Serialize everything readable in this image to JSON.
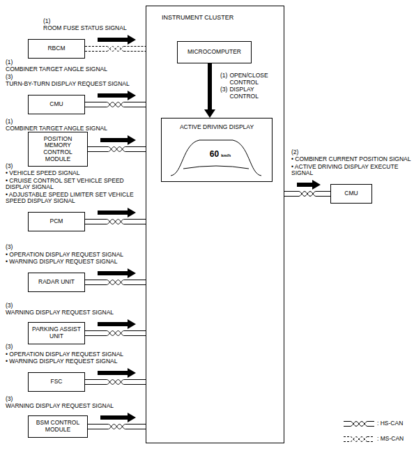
{
  "diagram": {
    "nodes": [
      {
        "text": [
          "INSTRUMENT CLUSTER"
        ]
      },
      {
        "text": [
          "MICROCOMPUTER"
        ],
        "in": 0
      },
      {
        "text": [
          "ACTIVE DRIVING DISPLAY"
        ],
        "in": 0
      },
      {
        "text": [
          "RBCM"
        ]
      },
      {
        "text": [
          "CMU"
        ]
      },
      {
        "text": [
          "POSITION MEMORY CONTROL MODULE"
        ]
      },
      {
        "text": [
          "PCM"
        ]
      },
      {
        "text": [
          "RADAR UNIT"
        ]
      },
      {
        "text": [
          "PARKING ASSIST UNIT"
        ]
      },
      {
        "text": [
          "FSC"
        ]
      },
      {
        "text": [
          "BSM CONTROL MODULE"
        ]
      },
      {
        "text": [
          "CMU"
        ]
      }
    ],
    "edges": [
      {
        "from": 3,
        "to": 0,
        "arrow": "to"
      },
      {
        "from": 4,
        "to": 0,
        "arrow": "to"
      },
      {
        "from": 5,
        "to": 0,
        "arrow": "to"
      },
      {
        "from": 6,
        "to": 0,
        "arrow": "to"
      },
      {
        "from": 7,
        "to": 0,
        "arrow": "to"
      },
      {
        "from": 8,
        "to": 0,
        "arrow": "to"
      },
      {
        "from": 9,
        "to": 0,
        "arrow": "to"
      },
      {
        "from": 10,
        "to": 0,
        "arrow": "to"
      },
      {
        "from": 0,
        "to": 11,
        "arrow": "to"
      },
      {
        "from": 1,
        "to": 2,
        "arrow": "to"
      }
    ],
    "labels": [
      "(1)",
      "ROOM FUSE STATUS SIGNAL",
      "(1)",
      "COMBINER TARGET ANGLE SIGNAL",
      "(3)",
      "TURN-BY-TURN DISPLAY REQUEST SIGNAL",
      "(1)",
      "COMBINER TARGET ANGLE SIGNAL",
      "(3)",
      "• VEHICLE SPEED SIGNAL",
      "• CRUISE CONTROL SET VEHICLE SPEED DISPLAY SIGNAL",
      "• ADJUSTABLE SPEED LIMITER SET VEHICLE SPEED DISPLAY SIGNAL",
      "(3)",
      "• OPERATION DISPLAY REQUEST SIGNAL",
      "• WARNING DISPLAY REQUEST SIGNAL",
      "(3)",
      "WARNING DISPLAY REQUEST SIGNAL",
      "(3)",
      "• OPERATION DISPLAY REQUEST SIGNAL",
      "• WARNING DISPLAY REQUEST SIGNAL",
      "(3)",
      "WARNING DISPLAY REQUEST SIGNAL",
      "(1)",
      "OPEN/CLOSE CONTROL",
      "(3)",
      "DISPLAY CONTROL",
      "(2)",
      "• COMBINER CURRENT POSITION SIGNAL",
      "• ACTIVE DRIVING DISPLAY EXECUTE SIGNAL",
      "60",
      "km/h"
    ],
    "legend": [
      {
        "text": ": HS-CAN"
      },
      {
        "text": ": MS-CAN"
      }
    ]
  }
}
